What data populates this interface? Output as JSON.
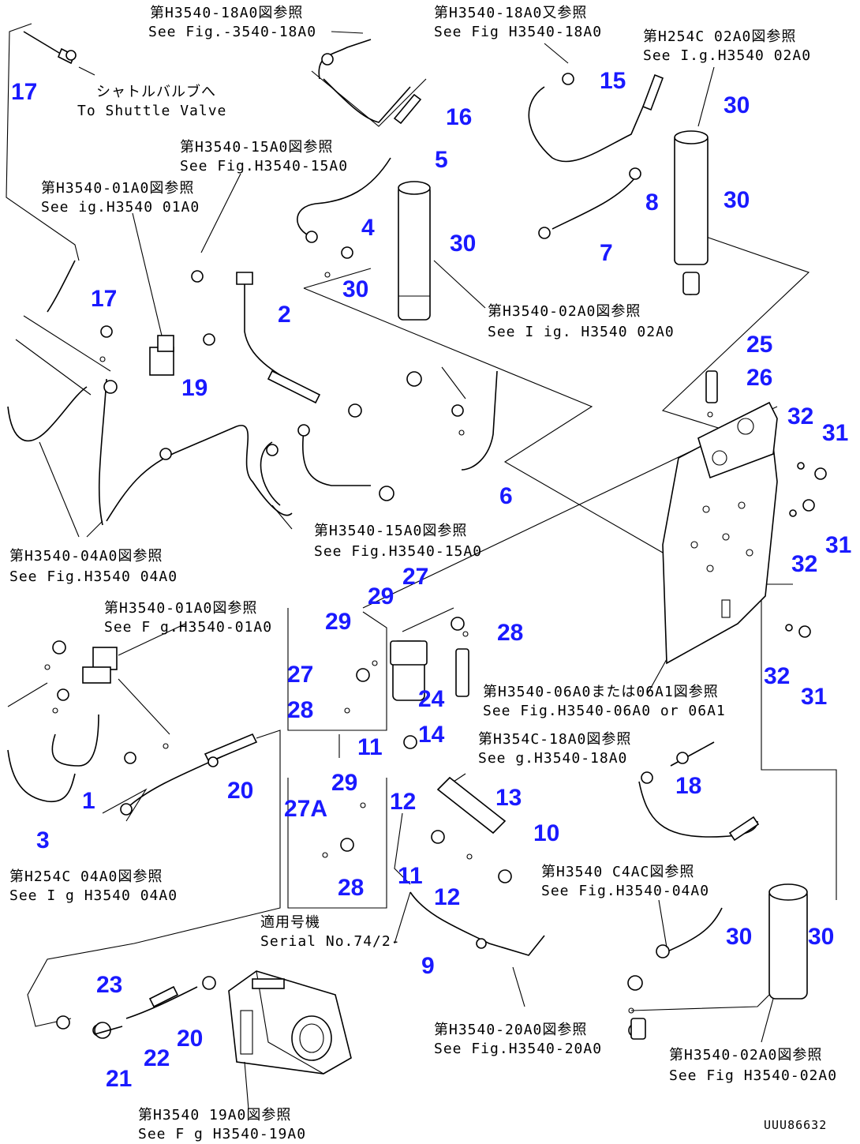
{
  "refs": {
    "r1a": "第H3540-18A0図参照",
    "r1b": "See Fig.-3540-18A0",
    "r2a": "第H3540-18A0又参照",
    "r2b": "See Fig H3540-18A0",
    "r3a": "第H254C 02A0図参照",
    "r3b": "See I.g.H3540 02A0",
    "r4a": "シャトルバルブへ",
    "r4b": "To Shuttle Valve",
    "r5a": "第H3540-15A0図参照",
    "r5b": "See Fig.H3540-15A0",
    "r6a": "第H3540-01A0図参照",
    "r6b": "See  ig.H3540 01A0",
    "r7a": "第H3540-02A0図参照",
    "r7b": "See I ig. H3540 02A0",
    "r8a": "第H3540-15A0図参照",
    "r8b": "See Fig.H3540-15A0",
    "r9a": "第H3540-04A0図参照",
    "r9b": "See Fig.H3540 04A0",
    "r10a": "第H3540-01A0図参照",
    "r10b": "See F g.H3540-01A0",
    "r11a": "第H3540-06A0または06A1図参照",
    "r11b": "See Fig.H3540-06A0 or 06A1",
    "r12a": "第H354C-18A0図参照",
    "r12b": "See  g.H3540-18A0",
    "r13a": "第H254C 04A0図参照",
    "r13b": "See I g H3540 04A0",
    "r14a": "第H3540 C4AC図参照",
    "r14b": "See Fig.H3540-04A0",
    "r15a": "適用号機",
    "r15b": "Serial No.74/2-",
    "r16a": "第H3540-20A0図参照",
    "r16b": "See Fig.H3540-20A0",
    "r17a": "第H3540-02A0図参照",
    "r17b": "See Fig H3540-02A0",
    "r18a": "第H3540 19A0図参照",
    "r18b": "See F g H3540-19A0",
    "drawing_no": "UUU86632"
  },
  "callouts": {
    "c17a": "17",
    "c17b": "17",
    "c16": "16",
    "c5": "5",
    "c15": "15",
    "c30a": "30",
    "c30b": "30",
    "c30c": "30",
    "c30d": "30",
    "c30e": "30",
    "c30f": "30",
    "c8": "8",
    "c4": "4",
    "c7": "7",
    "c2": "2",
    "c19": "19",
    "c25": "25",
    "c26": "26",
    "c32a": "32",
    "c31a": "31",
    "c32b": "32",
    "c31b": "31",
    "c32c": "32",
    "c31c": "31",
    "c6": "6",
    "c27a": "27",
    "c29a": "29",
    "c29b": "29",
    "c28a": "28",
    "c27b": "27",
    "c28b": "28",
    "c24": "24",
    "c11a": "11",
    "c14": "14",
    "c29c": "29",
    "c27A": "27A",
    "c12a": "12",
    "c13": "13",
    "c10": "10",
    "c18": "18",
    "c20a": "20",
    "c1": "1",
    "c3": "3",
    "c11b": "11",
    "c12b": "12",
    "c28c": "28",
    "c9": "9",
    "c23": "23",
    "c20b": "20",
    "c22": "22",
    "c21": "21"
  }
}
